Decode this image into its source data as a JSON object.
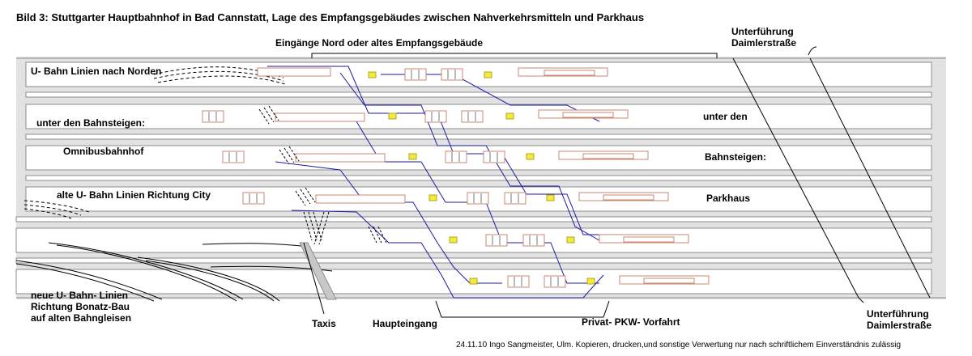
{
  "title": "Bild 3: Stuttgarter Hauptbahnhof in Bad Cannstatt, Lage des Empfangsgebäudes zwischen Nahverkehrsmitteln und Parkhaus",
  "labels": {
    "eingaenge_nord": "Eingänge Nord oder altes Empfangsgebäude",
    "unterfuehrung_top_1": "Unterführung",
    "unterfuehrung_top_2": "Daimlerstraße",
    "ubahn_nord": "U- Bahn Linien nach Norden",
    "unter_bahnsteigen": "unter den Bahnsteigen:",
    "omnibusbahnhof": "Omnibusbahnhof",
    "alte_ubahn": "alte U- Bahn Linien Richtung City",
    "parkhaus_1": "unter den",
    "parkhaus_2": "Bahnsteigen:",
    "parkhaus_3": "Parkhaus",
    "neue_ubahn_1": "neue U- Bahn- Linien",
    "neue_ubahn_2": "Richtung Bonatz-Bau",
    "neue_ubahn_3": "auf alten Bahngleisen",
    "taxis": "Taxis",
    "haupteingang": "Haupteingang",
    "pkw_vorfahrt": "Privat- PKW- Vorfahrt",
    "unterfuehrung_bottom_1": "Unterführung",
    "unterfuehrung_bottom_2": "Daimlerstraße"
  },
  "credit": "24.11.10  Ingo Sangmeister, Ulm. Kopieren, drucken,und sonstige Verwertung  nur nach schriftlichem Einverständnis zulässig",
  "colors": {
    "platform_border": "#8c8c8c",
    "track_fill": "#dcdcdc",
    "ubahn_line": "#1a1aa8",
    "escalator": "#c98870",
    "marker": "#f2ea3c"
  }
}
